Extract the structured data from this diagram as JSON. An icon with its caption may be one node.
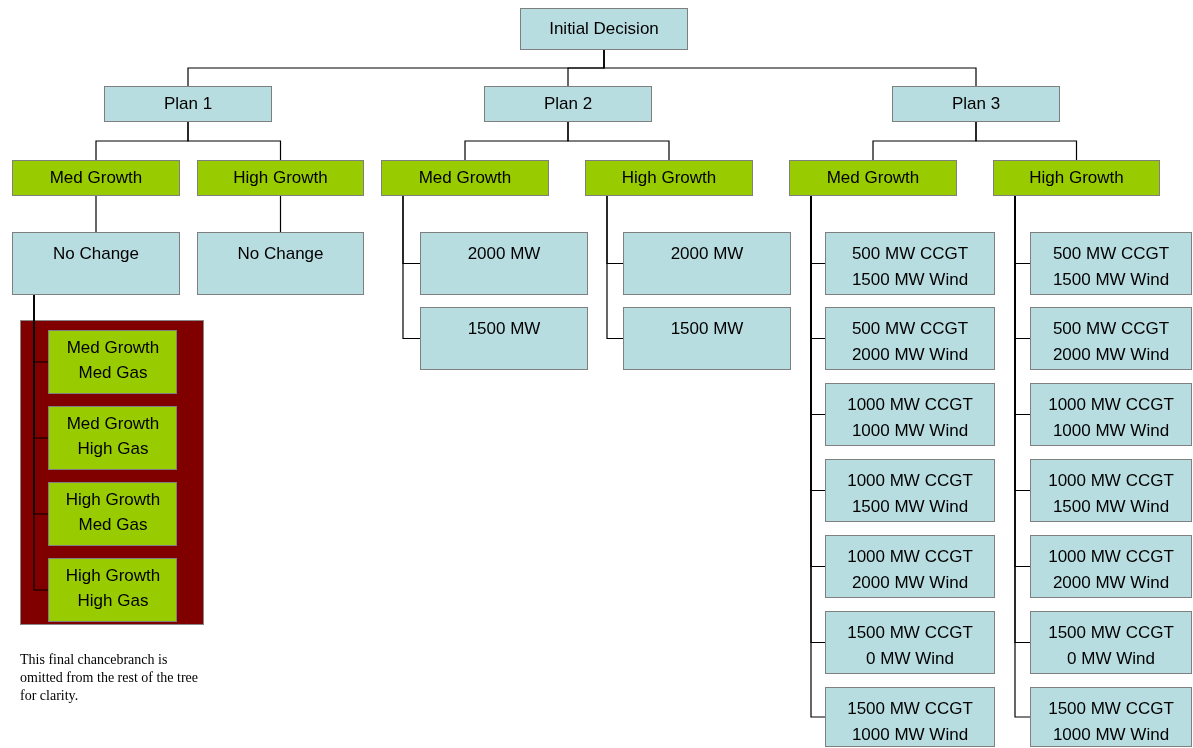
{
  "diagram": {
    "nodes": [
      {
        "text": [
          "Initial Decision"
        ]
      },
      {
        "text": [
          "Plan 1"
        ]
      },
      {
        "text": [
          "Plan 2"
        ]
      },
      {
        "text": [
          "Plan 3"
        ]
      },
      {
        "text": [
          "Med Growth"
        ]
      },
      {
        "text": [
          "High Growth"
        ]
      },
      {
        "text": [
          "Med Growth"
        ]
      },
      {
        "text": [
          "High Growth"
        ]
      },
      {
        "text": [
          "Med Growth"
        ]
      },
      {
        "text": [
          "High Growth"
        ]
      },
      {
        "text": [
          "No Change"
        ]
      },
      {
        "text": [
          "No Change"
        ]
      },
      {
        "text": [
          "2000 MW"
        ]
      },
      {
        "text": [
          "1500 MW"
        ]
      },
      {
        "text": [
          "2000 MW"
        ]
      },
      {
        "text": [
          "1500 MW"
        ]
      },
      {
        "text": [
          "500 MW CCGT 1500 MW Wind"
        ]
      },
      {
        "text": [
          "500 MW CCGT 2000 MW Wind"
        ]
      },
      {
        "text": [
          "1000 MW CCGT 1000 MW Wind"
        ]
      },
      {
        "text": [
          "1000 MW CCGT 1500 MW Wind"
        ]
      },
      {
        "text": [
          "1000 MW CCGT 2000 MW Wind"
        ]
      },
      {
        "text": [
          "1500 MW CCGT 0 MW Wind"
        ]
      },
      {
        "text": [
          "1500 MW CCGT 1000 MW Wind"
        ]
      },
      {
        "text": [
          "500 MW CCGT 1500 MW Wind"
        ]
      },
      {
        "text": [
          "500 MW CCGT 2000 MW Wind"
        ]
      },
      {
        "text": [
          "1000 MW CCGT 1000 MW Wind"
        ]
      },
      {
        "text": [
          "1000 MW CCGT 1500 MW Wind"
        ]
      },
      {
        "text": [
          "1000 MW CCGT 2000 MW Wind"
        ]
      },
      {
        "text": [
          "1500 MW CCGT 0 MW Wind"
        ]
      },
      {
        "text": [
          "1500 MW CCGT 1000 MW Wind"
        ]
      },
      {
        "text": [],
        "shape": "box"
      },
      {
        "text": [
          "Med Growth Med Gas"
        ],
        "in": 30
      },
      {
        "text": [
          "Med Growth High Gas"
        ],
        "in": 30
      },
      {
        "text": [
          "High Growth Med Gas"
        ],
        "in": 30
      },
      {
        "text": [
          "High Growth High Gas"
        ],
        "in": 30
      }
    ],
    "edges": [
      {
        "from": 0,
        "to": 1,
        "arrow": "none"
      },
      {
        "from": 0,
        "to": 2,
        "arrow": "none"
      },
      {
        "from": 0,
        "to": 3,
        "arrow": "none"
      },
      {
        "from": 1,
        "to": 4,
        "arrow": "none"
      },
      {
        "from": 1,
        "to": 5,
        "arrow": "none"
      },
      {
        "from": 2,
        "to": 6,
        "arrow": "none"
      },
      {
        "from": 2,
        "to": 7,
        "arrow": "none"
      },
      {
        "from": 3,
        "to": 8,
        "arrow": "none"
      },
      {
        "from": 3,
        "to": 9,
        "arrow": "none"
      },
      {
        "from": 4,
        "to": 10,
        "arrow": "none"
      },
      {
        "from": 5,
        "to": 11,
        "arrow": "none"
      },
      {
        "from": 6,
        "to": 12,
        "arrow": "none"
      },
      {
        "from": 6,
        "to": 13,
        "arrow": "none"
      },
      {
        "from": 7,
        "to": 14,
        "arrow": "none"
      },
      {
        "from": 7,
        "to": 15,
        "arrow": "none"
      },
      {
        "from": 8,
        "to": 16,
        "arrow": "none"
      },
      {
        "from": 8,
        "to": 17,
        "arrow": "none"
      },
      {
        "from": 8,
        "to": 18,
        "arrow": "none"
      },
      {
        "from": 8,
        "to": 19,
        "arrow": "none"
      },
      {
        "from": 8,
        "to": 20,
        "arrow": "none"
      },
      {
        "from": 8,
        "to": 21,
        "arrow": "none"
      },
      {
        "from": 8,
        "to": 22,
        "arrow": "none"
      },
      {
        "from": 9,
        "to": 23,
        "arrow": "none"
      },
      {
        "from": 9,
        "to": 24,
        "arrow": "none"
      },
      {
        "from": 9,
        "to": 25,
        "arrow": "none"
      },
      {
        "from": 9,
        "to": 26,
        "arrow": "none"
      },
      {
        "from": 9,
        "to": 27,
        "arrow": "none"
      },
      {
        "from": 9,
        "to": 28,
        "arrow": "none"
      },
      {
        "from": 9,
        "to": 29,
        "arrow": "none"
      },
      {
        "from": 10,
        "to": 31,
        "arrow": "none"
      },
      {
        "from": 10,
        "to": 32,
        "arrow": "none"
      },
      {
        "from": 10,
        "to": 33,
        "arrow": "none"
      },
      {
        "from": 10,
        "to": 34,
        "arrow": "none"
      }
    ],
    "labels": [
      "This final chancebranch is omitted from the rest of the tree for clarity."
    ]
  }
}
